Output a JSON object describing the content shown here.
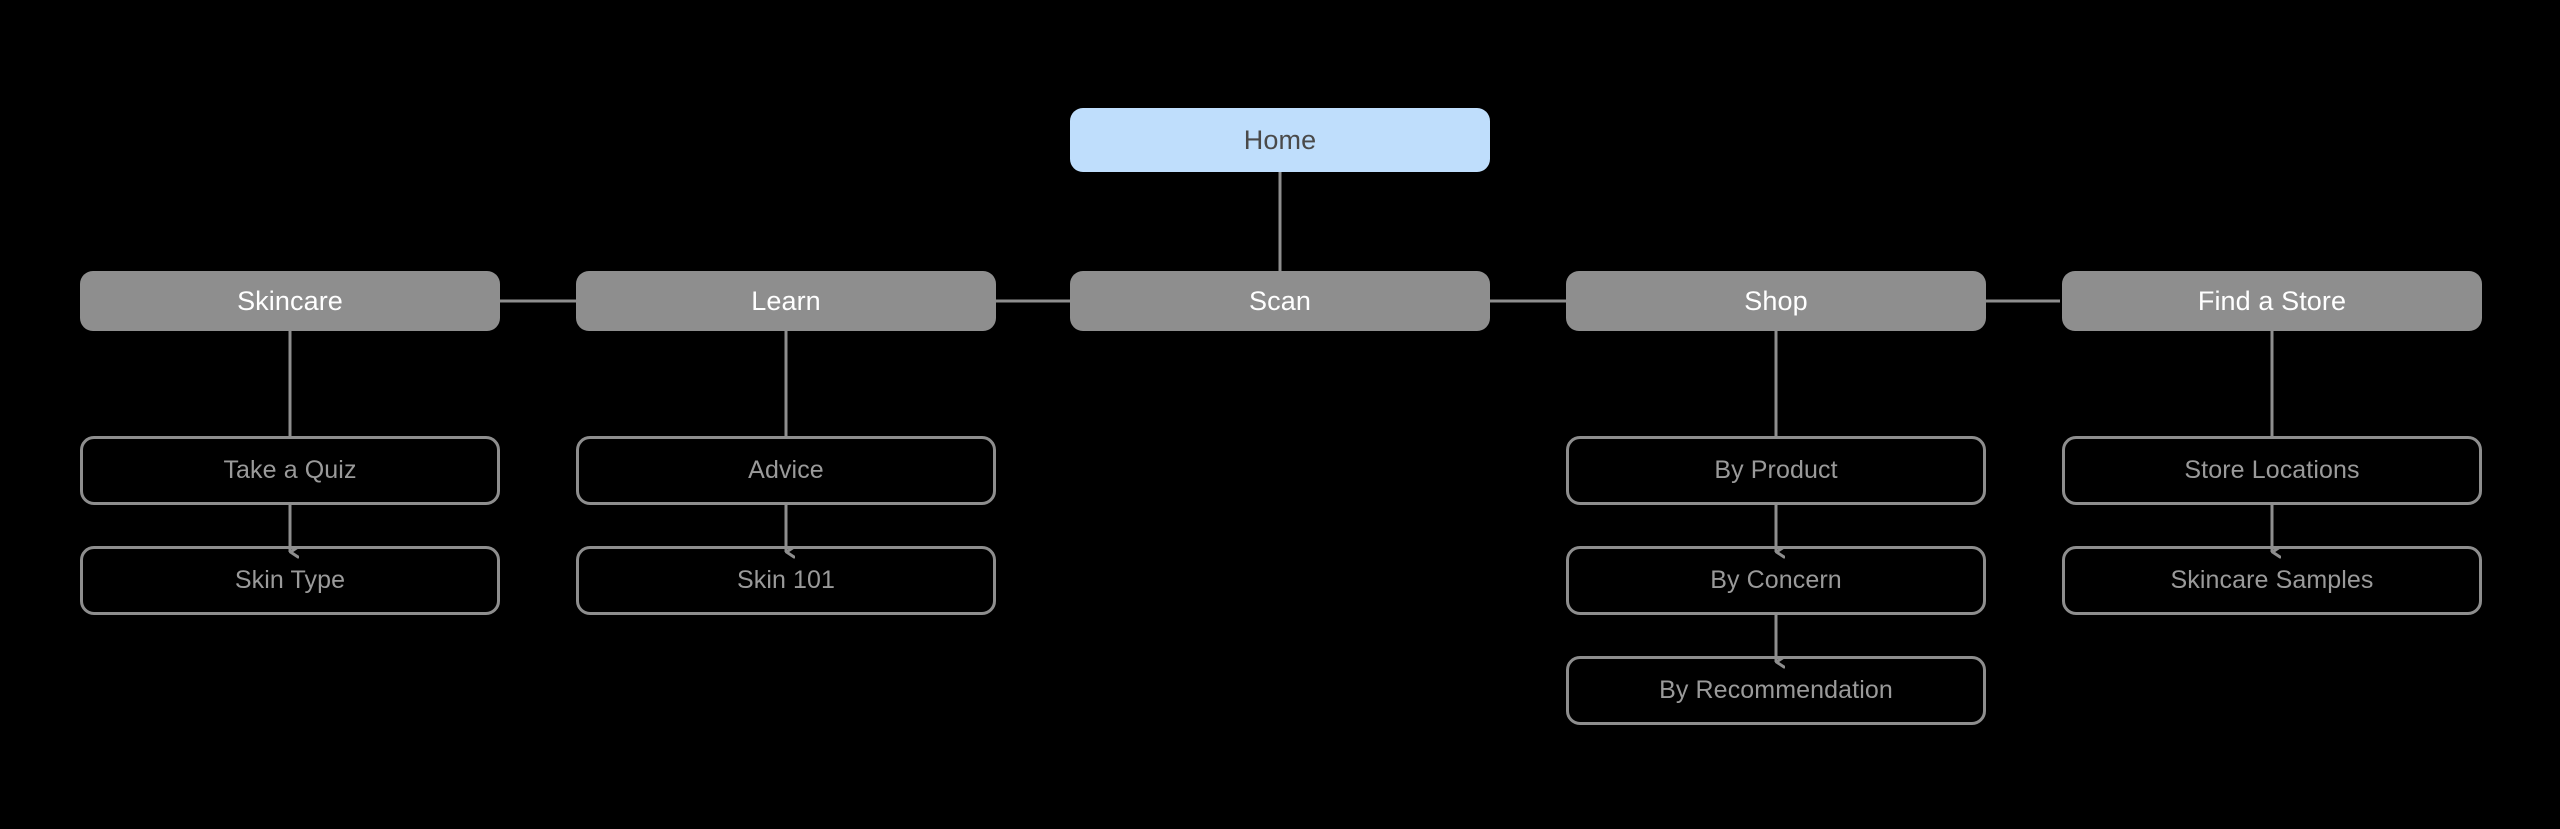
{
  "diagram": {
    "type": "sitemap-tree",
    "background_color": "#000000",
    "palette": {
      "root_fill": "#bfdefc",
      "root_text": "#4a4a4a",
      "section_fill": "#8e8e8e",
      "section_text": "#ffffff",
      "leaf_border": "#8e8e8e",
      "leaf_text": "#9a9a9a",
      "connector": "#8e8e8e"
    },
    "root": {
      "id": "home",
      "label": "Home"
    },
    "sections": [
      {
        "id": "skincare",
        "label": "Skincare",
        "children": [
          {
            "id": "take-a-quiz",
            "label": "Take a Quiz"
          },
          {
            "id": "skin-type",
            "label": "Skin Type"
          }
        ]
      },
      {
        "id": "learn",
        "label": "Learn",
        "children": [
          {
            "id": "advice",
            "label": "Advice"
          },
          {
            "id": "skin-101",
            "label": "Skin 101"
          }
        ]
      },
      {
        "id": "scan",
        "label": "Scan",
        "children": []
      },
      {
        "id": "shop",
        "label": "Shop",
        "children": [
          {
            "id": "by-product",
            "label": "By Product"
          },
          {
            "id": "by-concern",
            "label": "By Concern"
          },
          {
            "id": "by-recommendation",
            "label": "By Recommendation"
          }
        ]
      },
      {
        "id": "find-a-store",
        "label": "Find a Store",
        "children": [
          {
            "id": "store-locations",
            "label": "Store Locations"
          },
          {
            "id": "skincare-samples",
            "label": "Skincare Samples"
          }
        ]
      }
    ]
  }
}
